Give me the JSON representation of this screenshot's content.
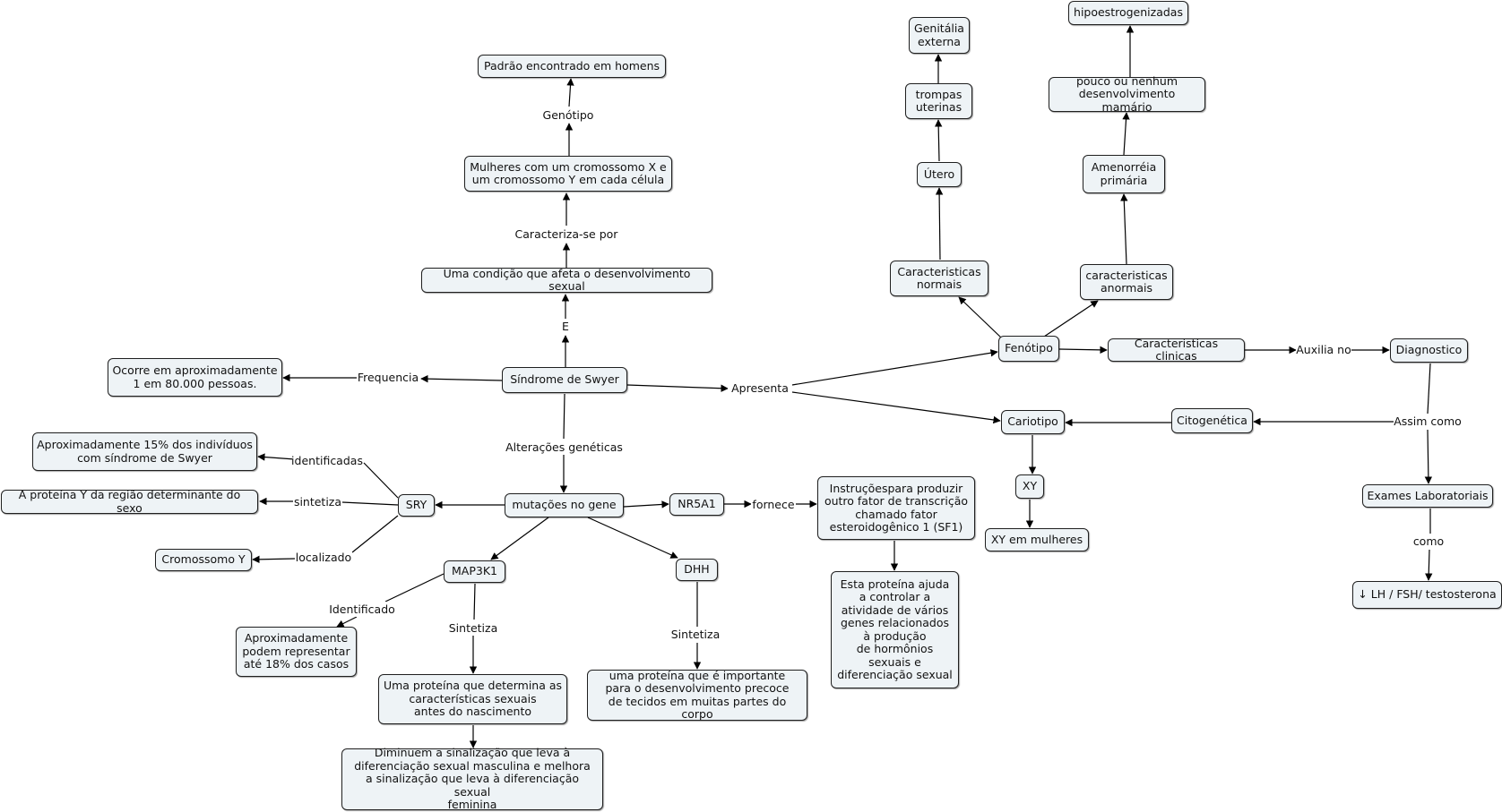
{
  "diagram": {
    "colors": {
      "node_fill": "#eef3f6",
      "node_border": "#1f1f1f",
      "edge": "#000000"
    },
    "nodes": {
      "sindrome": "Síndrome de Swyer",
      "condicao": "Uma condição que afeta o desenvolvimento sexual",
      "mulheres": "Mulheres com um cromossomo X e\num cromossomo Y em cada célula",
      "padrao": "Padrão  encontrado em homens",
      "ocorre": "Ocorre em aproximadamente\n1 em 80.000 pessoas.",
      "mutacoes": "mutações no gene",
      "sry": "SRY",
      "aprox15": "Aproximadamente 15% dos indivíduos\ncom síndrome de Swyer",
      "proteinaY": "A proteína Y da região determinante do sexo",
      "cromY": "Cromossomo Y",
      "nr5a1": "NR5A1",
      "instrucoes": "Instruçõespara produzir\noutro fator de transcrição\nchamado fator\nesteroidogênico 1 (SF1)",
      "esta": "Esta proteína ajuda\na controlar a\natividade de vários\ngenes relacionados\nà produção\nde hormônios\nsexuais e\ndiferenciação sexual",
      "map3k1": "MAP3K1",
      "aprox18": "Aproximadamente\npodem representar\naté 18% dos casos",
      "umaProteina": "Uma proteína que determina as\ncaracterísticas sexuais\nantes do nascimento",
      "diminuem": "Diminuem a sinalização que leva à\ndiferenciação sexual masculina e melhora\na sinalização que leva à diferenciação sexual\nfeminina",
      "dhh": "DHH",
      "umaProteinaImp": "uma proteína que é importante\npara o desenvolvimento precoce\nde tecidos em muitas partes do corpo",
      "fenotipo": "Fenótipo",
      "caractNormais": "Caracteristicas\nnormais",
      "caractAnormais": "caracteristicas\nanormais",
      "utero": "Útero",
      "trompas": "trompas\nuterinas",
      "genitalia": "Genitália\nexterna",
      "amenorreia": "Amenorréia\nprimária",
      "pouco": "pouco ou nenhum\ndesenvolvimento mamário",
      "hipo": "hipoestrogenizadas",
      "caractClinicas": "Caracteristicas clinicas",
      "diagnostico": "Diagnostico",
      "cariotipo": "Cariotipo",
      "citogenetica": "Citogenética",
      "xy": "XY",
      "xyMulheres": "XY em mulheres",
      "exames": "Exames Laboratoriais",
      "lh": "↓ LH / FSH/ testosterona"
    },
    "links": {
      "e": "E",
      "caracteriza": "Caracteriza-se por",
      "genotipo": "Genótipo",
      "frequencia": "Frequencia",
      "alteracoes": "Alterações genéticas",
      "identificadas": "identificadas",
      "sintetiza": "sintetiza",
      "localizado": "localizado",
      "fornece": "fornece",
      "identificado": "Identificado",
      "sintetiza2": "Sintetiza",
      "sintetiza3": "Sintetiza",
      "apresenta": "Apresenta",
      "auxilia": "Auxilia no",
      "assim": "Assim como",
      "como": "como"
    }
  }
}
